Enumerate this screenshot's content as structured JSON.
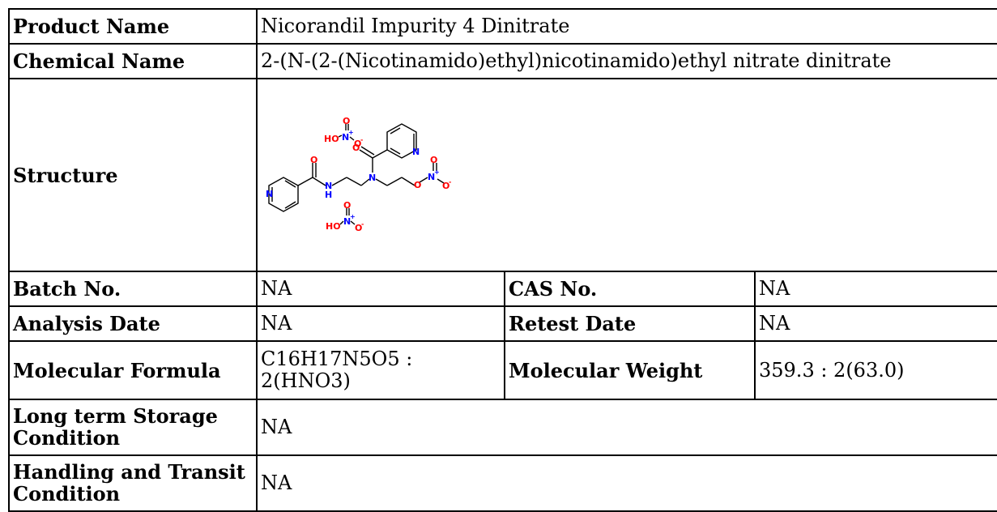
{
  "rows": {
    "product_name": {
      "label": "Product Name",
      "value": "Nicorandil Impurity 4 Dinitrate"
    },
    "chemical_name": {
      "label": "Chemical Name",
      "value": "2-(N-(2-(Nicotinamido)ethyl)nicotinamido)ethyl nitrate dinitrate"
    },
    "structure": {
      "label": "Structure"
    },
    "batch_no": {
      "label": "Batch No.",
      "value": "NA"
    },
    "cas_no": {
      "label": "CAS No.",
      "value": "NA"
    },
    "analysis_date": {
      "label": "Analysis Date",
      "value": "NA"
    },
    "retest_date": {
      "label": "Retest Date",
      "value": "NA"
    },
    "molecular_formula": {
      "label": "Molecular Formula",
      "value": "C16H17N5O5 : 2(HNO3)"
    },
    "molecular_weight": {
      "label": "Molecular Weight",
      "value": "359.3 : 2(63.0)"
    },
    "storage": {
      "label": "Long term Storage Condition",
      "value": "NA"
    },
    "handling": {
      "label": "Handling and Transit Condition",
      "value": "NA"
    }
  },
  "structure_atoms": {
    "o": "O",
    "n": "N",
    "h": "H",
    "ho": "HO",
    "n_plus": "+",
    "o_minus": "-"
  },
  "colors": {
    "oxygen": "#ff0000",
    "nitrogen": "#0000ff",
    "bond": "#000000"
  }
}
